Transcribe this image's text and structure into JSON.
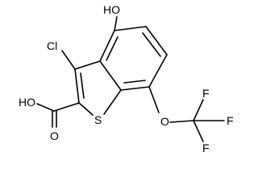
{
  "colors": {
    "bond": "#000000",
    "label": "#000000",
    "background": "#ffffff"
  },
  "atoms": {
    "oh_top": "HO",
    "cl": "Cl",
    "acid_oh": "HO",
    "acid_o": "O",
    "ring_s": "S",
    "ether_o": "O",
    "f_right": "F",
    "f_top": "F",
    "f_bottom": "F"
  }
}
